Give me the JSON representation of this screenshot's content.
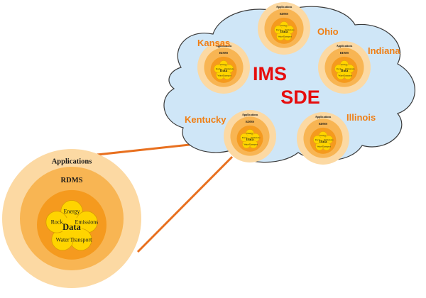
{
  "colors": {
    "cloud_fill": "#cfe6f7",
    "cloud_stroke": "#3a3a3a",
    "outer_ring": "#fcd9a3",
    "middle_ring": "#f8b553",
    "inner_ring": "#f59a1e",
    "petal": "#ffd400",
    "petal_stroke": "#d79d00",
    "state_text": "#f07f14",
    "center_text": "#e60d0d",
    "connector": "#e8701f"
  },
  "cloud": {
    "center_labels": [
      "IMS",
      "SDE"
    ]
  },
  "state_nodes": [
    {
      "name": "Ohio"
    },
    {
      "name": "Kansas"
    },
    {
      "name": "Indiana"
    },
    {
      "name": "Kentucky"
    },
    {
      "name": "Illinois"
    }
  ],
  "model": {
    "outer_label": "Applications",
    "middle_label": "RDMS",
    "core_label": "Data",
    "petals": [
      "Energy",
      "Emissions",
      "Transport",
      "Water",
      "Rock"
    ]
  }
}
